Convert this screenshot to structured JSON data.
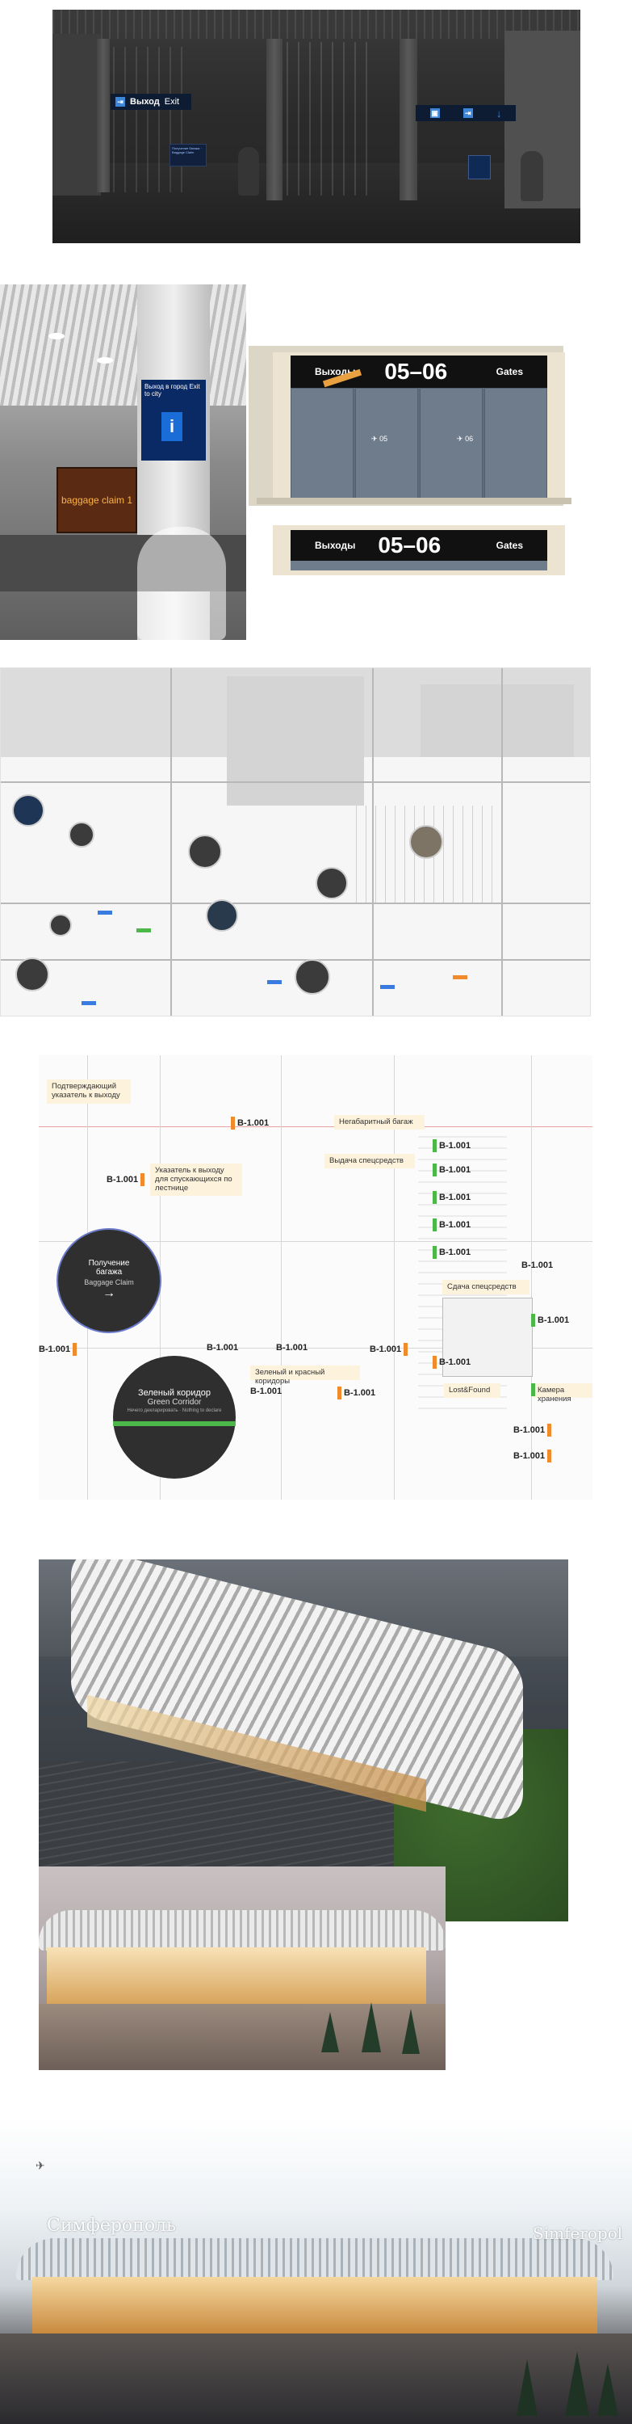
{
  "section1": {
    "exit_sign": {
      "ru": "Выход",
      "en": "Exit"
    },
    "small_sign": {
      "text": "Получение багажа · Baggage Claim"
    },
    "icon_sign": {
      "icons": [
        "baggage-icon",
        "exit-icon",
        "arrow-down-icon"
      ]
    }
  },
  "section2": {
    "baggage_claim_text": "baggage claim 1",
    "info_symbol": "i",
    "column_sign_text": "Выход в город Exit to city",
    "gate_sign_full": {
      "ru": "Выходы",
      "numbers": "05–06",
      "en": "Gates",
      "panel_left": "05",
      "panel_right": "06"
    },
    "gate_sign_strip": {
      "ru": "Выходы",
      "numbers": "05–06",
      "en": "Gates"
    }
  },
  "section4": {
    "callouts": {
      "confirm_exit": "Подтверждающий указатель к выходу",
      "oversize": "Негабаритный багаж",
      "special_issue": "Выдача спецсредств",
      "stairs_exit": "Указатель к выходу для спускающихся по лестнице",
      "special_drop": "Сдача спецсредств",
      "green_red": "Зеленый и красный коридоры",
      "lost_found": "Lost&Found",
      "storage": "Камера хранения"
    },
    "tag_label": "B-1.001",
    "circle_baggage": {
      "ru": "Получение багажа",
      "en": "Baggage Claim"
    },
    "circle_green": {
      "ru": "Зеленый коридор",
      "en": "Green Corridor",
      "sub": "Нечего декларировать · Nothing to declare"
    }
  },
  "section7": {
    "brand_ru": "Симферополь",
    "brand_en": "Simferopol"
  },
  "colors": {
    "orange": "#f08a2a",
    "green": "#4cb84a",
    "sign_dark": "#0d1b33",
    "info_blue": "#1a6dd6",
    "callout_bg": "#fdf2dc"
  }
}
